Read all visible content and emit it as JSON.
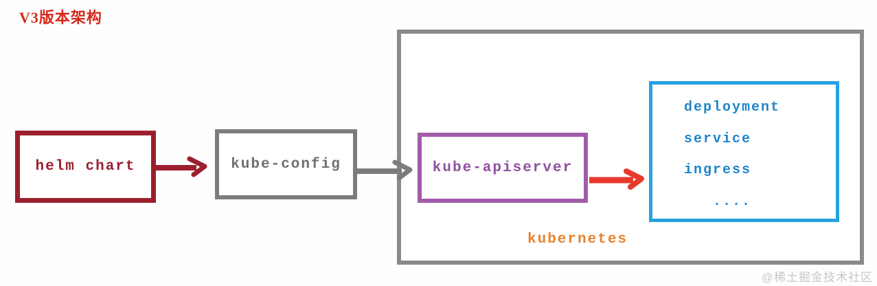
{
  "title": "V3版本架构",
  "nodes": {
    "helm_chart": {
      "label": "helm chart",
      "color": "#9b1f2e"
    },
    "kube_config": {
      "label": "kube-config",
      "color": "#7c7c7c"
    },
    "kube_apiserver": {
      "label": "kube-apiserver",
      "color": "#a05ca8"
    },
    "resources": {
      "items": [
        "deployment",
        "service",
        "ingress",
        "...."
      ],
      "text_color": "#1e86cc",
      "border_color": "#29a0e3"
    },
    "kubernetes": {
      "label": "kubernetes",
      "color": "#e8822b"
    }
  },
  "arrows": {
    "helm_to_kubeconfig": {
      "color": "#9b1f2e"
    },
    "kubeconfig_to_apiserver": {
      "color": "#7c7c7c"
    },
    "apiserver_to_resources": {
      "color": "#e8392c"
    }
  },
  "watermark": "@稀土掘金技术社区"
}
